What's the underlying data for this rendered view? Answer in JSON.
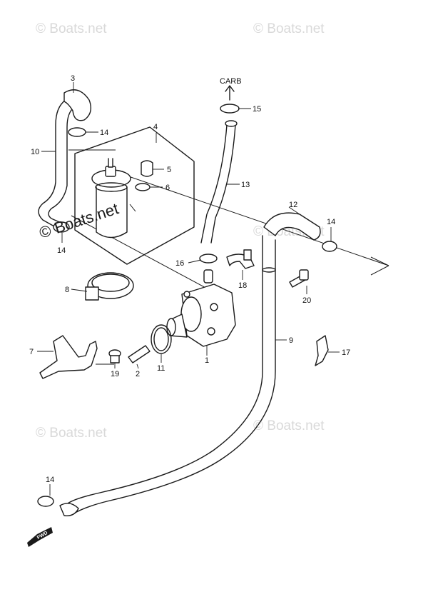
{
  "watermarks": {
    "text": "© Boats.net",
    "overlay_text": "© Boats.net"
  },
  "labels": {
    "carb": "CARB",
    "fwd": "FWD"
  },
  "callouts": [
    {
      "id": "c1",
      "num": "1"
    },
    {
      "id": "c2",
      "num": "2"
    },
    {
      "id": "c3",
      "num": "3"
    },
    {
      "id": "c4",
      "num": "4"
    },
    {
      "id": "c5",
      "num": "5"
    },
    {
      "id": "c6",
      "num": "6"
    },
    {
      "id": "c7",
      "num": "7"
    },
    {
      "id": "c8",
      "num": "8"
    },
    {
      "id": "c9",
      "num": "9"
    },
    {
      "id": "c10",
      "num": "10"
    },
    {
      "id": "c11",
      "num": "11"
    },
    {
      "id": "c12",
      "num": "12"
    },
    {
      "id": "c13",
      "num": "13"
    },
    {
      "id": "c14a",
      "num": "14"
    },
    {
      "id": "c14b",
      "num": "14"
    },
    {
      "id": "c14c",
      "num": "14"
    },
    {
      "id": "c14d",
      "num": "14"
    },
    {
      "id": "c15",
      "num": "15"
    },
    {
      "id": "c16",
      "num": "16"
    },
    {
      "id": "c17",
      "num": "17"
    },
    {
      "id": "c18",
      "num": "18"
    },
    {
      "id": "c19",
      "num": "19"
    },
    {
      "id": "c20",
      "num": "20"
    }
  ],
  "colors": {
    "line": "#1a1a1a",
    "watermark": "#d9d9d9",
    "background": "#ffffff"
  }
}
